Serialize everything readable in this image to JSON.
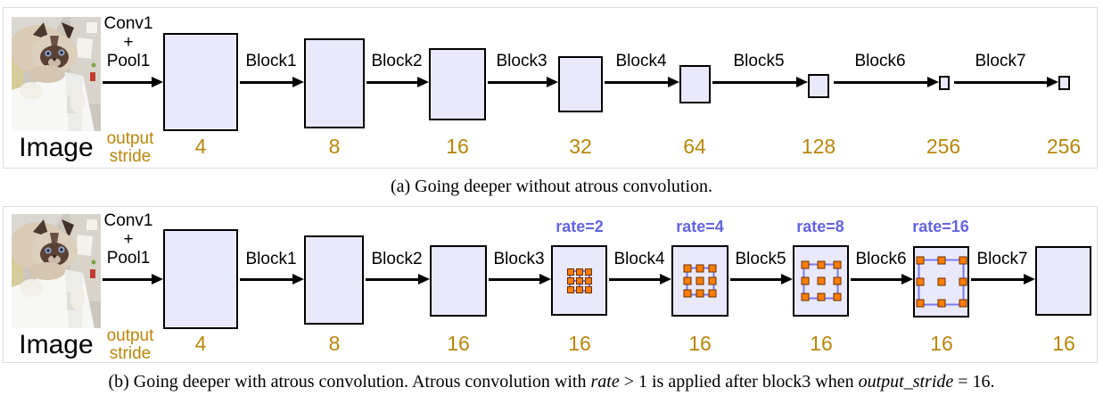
{
  "colors": {
    "box_fill": "#e9e9fb",
    "box_border": "#000000",
    "stride_color": "#b8860b",
    "rate_color": "#6363e3",
    "blue_line": "#7b7bf0",
    "orange_fill": "#ff7d00",
    "orange_border": "#6b2f00",
    "panel_border": "#dcdcdc"
  },
  "panel_a": {
    "image_label": "Image",
    "conv_label": "Conv1\n+\nPool1",
    "output_stride_label": "output\nstride",
    "blocks": [
      "Block1",
      "Block2",
      "Block3",
      "Block4",
      "Block5",
      "Block6",
      "Block7"
    ],
    "strides": [
      "4",
      "8",
      "16",
      "32",
      "64",
      "128",
      "256",
      "256"
    ],
    "caption": "(a) Going deeper without atrous convolution."
  },
  "panel_b": {
    "image_label": "Image",
    "conv_label": "Conv1\n+\nPool1",
    "output_stride_label": "output\nstride",
    "blocks": [
      "Block1",
      "Block2",
      "Block3",
      "Block4",
      "Block5",
      "Block6",
      "Block7"
    ],
    "strides": [
      "4",
      "8",
      "16",
      "16",
      "16",
      "16",
      "16",
      "16"
    ],
    "rates": [
      "rate=2",
      "rate=4",
      "rate=8",
      "rate=16"
    ],
    "caption_parts": {
      "pre": "(b) Going deeper with atrous convolution. Atrous convolution with ",
      "rate_word": "rate",
      "mid": " > 1 is applied after block3 when ",
      "os_word": "output_stride",
      "post": " = 16."
    }
  }
}
